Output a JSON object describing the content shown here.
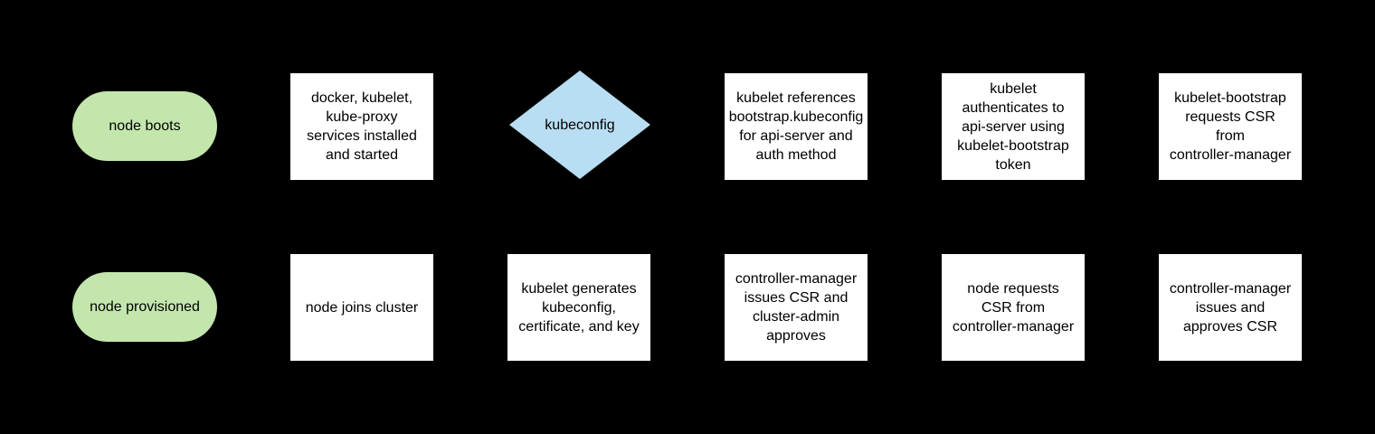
{
  "diagram": {
    "background": "#000000",
    "colors": {
      "terminal_fill": "#c3e6ad",
      "process_fill": "#ffffff",
      "decision_fill": "#b9ddf2",
      "text": "#000000"
    },
    "rows": [
      {
        "name": "node-bootstrap-flow",
        "nodes": [
          {
            "id": "node-boots",
            "type": "terminal",
            "label": "node boots"
          },
          {
            "id": "services-installed",
            "type": "process",
            "label": "docker, kubelet,\nkube-proxy\nservices installed\nand started"
          },
          {
            "id": "kubeconfig-decision",
            "type": "decision",
            "label": "kubeconfig"
          },
          {
            "id": "kubelet-references",
            "type": "process",
            "label": "kubelet references\nbootstrap.kubeconfig\nfor api-server and\nauth method"
          },
          {
            "id": "kubelet-authenticates",
            "type": "process",
            "label": "kubelet\nauthenticates to\napi-server using\nkubelet-bootstrap\ntoken"
          },
          {
            "id": "bootstrap-requests-csr",
            "type": "process",
            "label": "kubelet-bootstrap\nrequests CSR\nfrom\ncontroller-manager"
          }
        ]
      },
      {
        "name": "node-provision-flow",
        "nodes": [
          {
            "id": "node-provisioned",
            "type": "terminal",
            "label": "node provisioned"
          },
          {
            "id": "node-joins-cluster",
            "type": "process",
            "label": "node joins cluster"
          },
          {
            "id": "kubelet-generates",
            "type": "process",
            "label": "kubelet generates\nkubeconfig,\ncertificate, and key"
          },
          {
            "id": "cm-issues-csr-admin-approves",
            "type": "process",
            "label": "controller-manager\nissues CSR and\ncluster-admin\napproves"
          },
          {
            "id": "node-requests-csr",
            "type": "process",
            "label": "node requests\nCSR from\ncontroller-manager"
          },
          {
            "id": "cm-issues-and-approves",
            "type": "process",
            "label": "controller-manager\nissues and\napproves CSR"
          }
        ]
      }
    ]
  }
}
